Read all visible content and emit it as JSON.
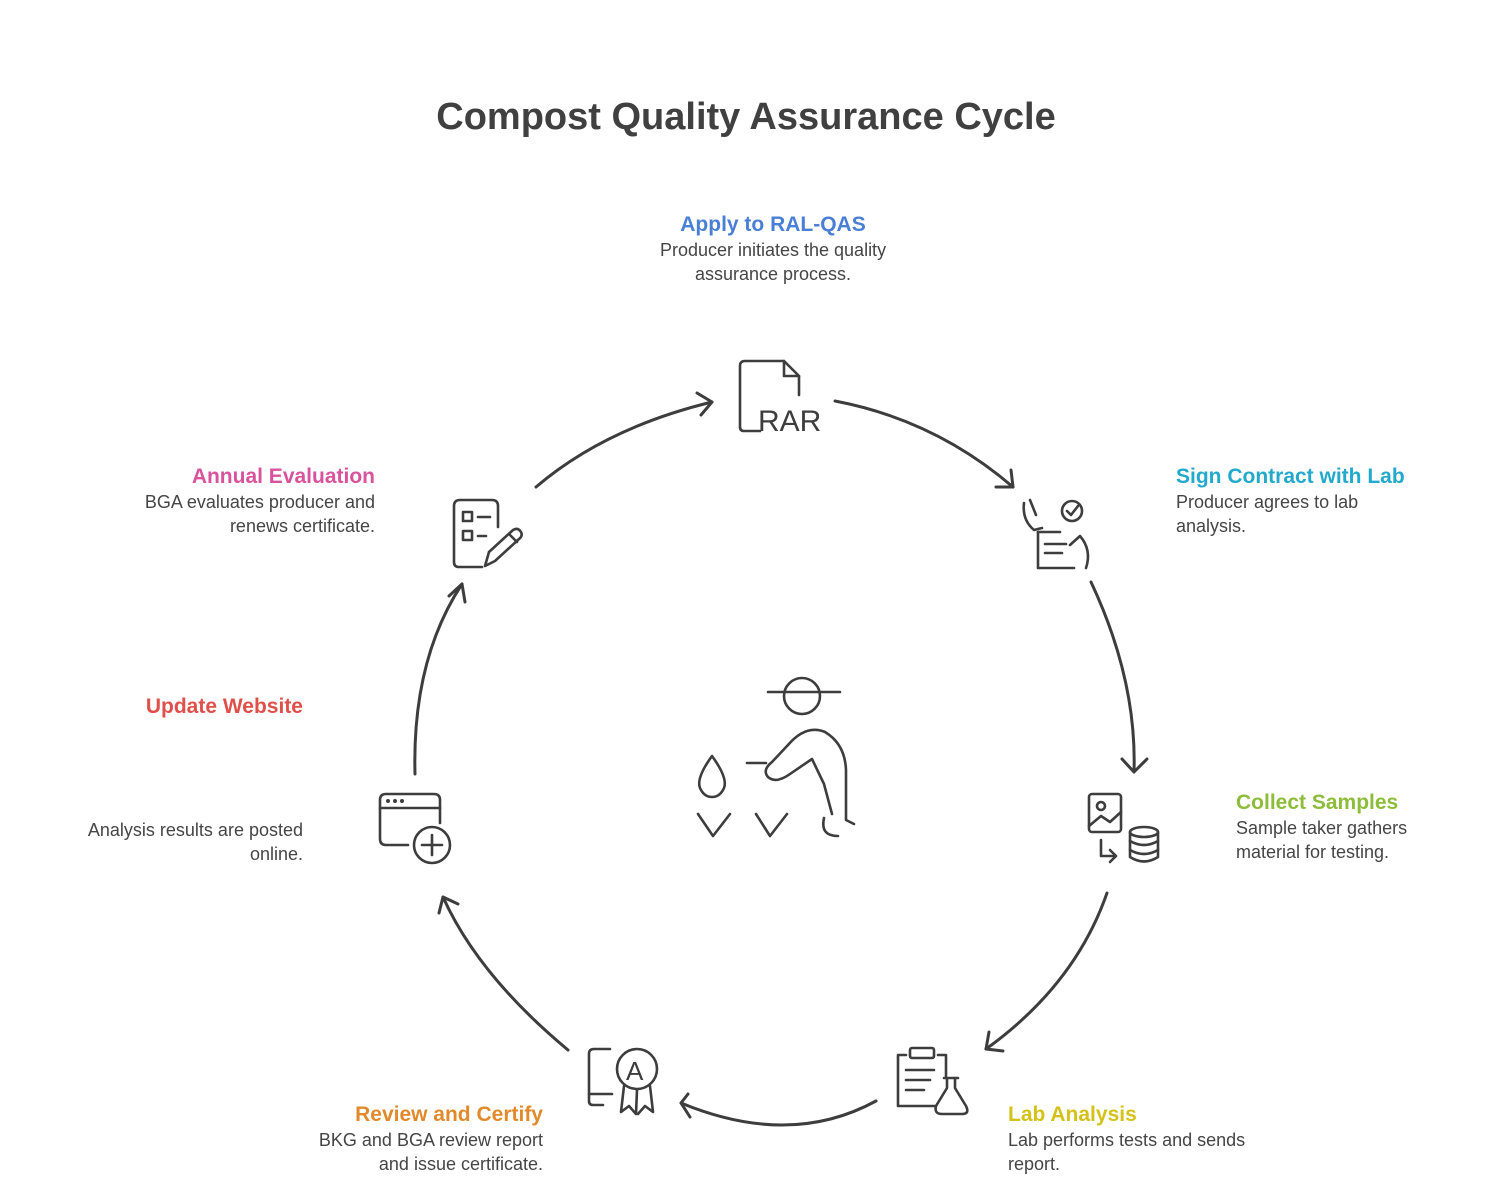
{
  "title": "Compost Quality Assurance Cycle",
  "colors": {
    "apply": "#4a7fd6",
    "sign": "#23a9cc",
    "collect": "#8dbd3a",
    "lab": "#d4c21a",
    "review": "#e08a2c",
    "update": "#e0504a",
    "annual": "#d8529c",
    "lines": "#3d3d3d"
  },
  "steps": {
    "apply": {
      "title": "Apply to RAL-QAS",
      "desc1": "Producer initiates the quality",
      "desc2": "assurance process.",
      "icon": "document-rar-icon",
      "icon_text": "RAR"
    },
    "sign": {
      "title": "Sign Contract with Lab",
      "desc1": "Producer agrees to lab",
      "desc2": "analysis.",
      "icon": "contract-signing-icon"
    },
    "collect": {
      "title": "Collect Samples",
      "desc1": "Sample taker gathers",
      "desc2": "material for testing.",
      "icon": "image-to-database-icon"
    },
    "lab": {
      "title": "Lab Analysis",
      "desc1": "Lab performs tests and sends",
      "desc2": "report.",
      "icon": "clipboard-flask-icon"
    },
    "review": {
      "title": "Review and Certify",
      "desc1": "BKG and BGA review report",
      "desc2": "and issue certificate.",
      "icon": "certificate-award-icon",
      "icon_text": "A"
    },
    "update": {
      "title": "Update Website",
      "desc1": "Analysis results are posted",
      "desc2": "online.",
      "icon": "browser-add-icon"
    },
    "annual": {
      "title": "Annual Evaluation",
      "desc1": "BGA evaluates producer and",
      "desc2": "renews certificate.",
      "icon": "checklist-pencil-icon"
    }
  },
  "center_icon": "farmer-planting-icon"
}
